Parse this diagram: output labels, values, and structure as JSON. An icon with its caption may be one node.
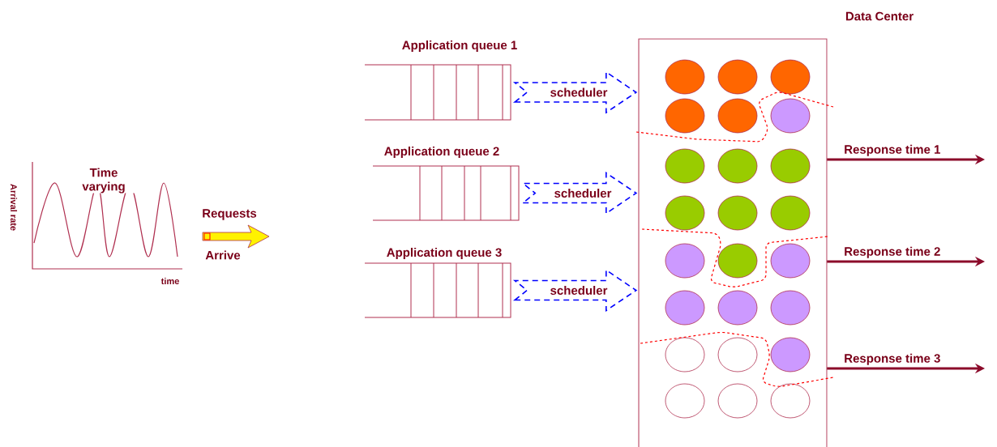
{
  "diagram": {
    "nodes": [
      {
        "text": [
          "Data Center"
        ]
      },
      {
        "text": [
          "Application queue 1"
        ]
      },
      {
        "text": [
          "Application queue 2"
        ]
      },
      {
        "text": [
          "Application queue 3"
        ]
      }
    ],
    "edges": [
      {
        "from": 1,
        "to": 0,
        "arrow": "to",
        "label": "scheduler",
        "style": "dashed",
        "color": "#0000ff"
      },
      {
        "from": 2,
        "to": 0,
        "arrow": "to",
        "label": "scheduler",
        "style": "dashed",
        "color": "#0000ff"
      },
      {
        "from": 3,
        "to": 0,
        "arrow": "to",
        "label": "scheduler",
        "style": "dashed",
        "color": "#0000ff"
      },
      {
        "from": 0,
        "to": null,
        "arrow": "to",
        "label": "Response time 1",
        "color": "#8b0a2a"
      },
      {
        "from": 0,
        "to": null,
        "arrow": "to",
        "label": "Response time 2",
        "color": "#8b0a2a"
      },
      {
        "from": 0,
        "to": null,
        "arrow": "to",
        "label": "Response time 3",
        "color": "#8b0a2a"
      }
    ],
    "labels": [
      "Time varying",
      "Arrival rate",
      "time",
      "Requests",
      "Arrive"
    ]
  }
}
